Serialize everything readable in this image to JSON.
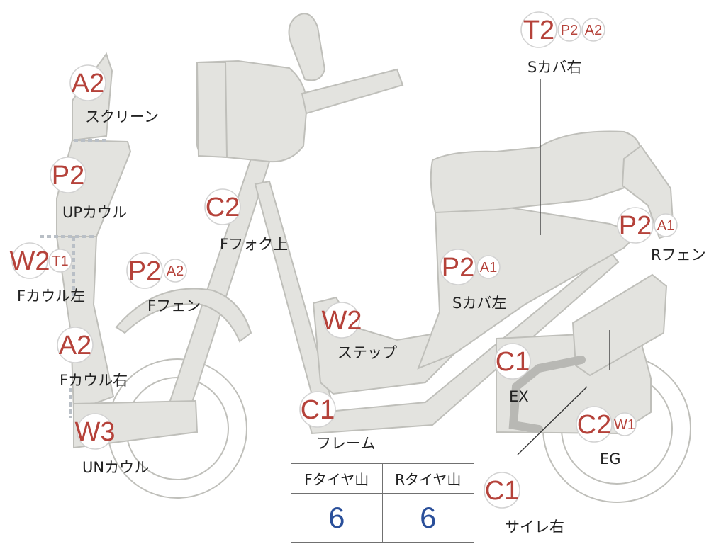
{
  "colors": {
    "body": "#e3e3df",
    "outline": "#bfbfba",
    "grade_text": "#b5423a",
    "tire_value": "#2a4f9a",
    "dashed_boundary": "#b9bfc6"
  },
  "parts": [
    {
      "id": "screen",
      "label": "スクリーン",
      "badges": [
        "A2"
      ]
    },
    {
      "id": "up-cowl",
      "label": "UPカウル",
      "badges": [
        "P2"
      ]
    },
    {
      "id": "f-cowl-left",
      "label": "Fカウル左",
      "badges": [
        "W2",
        "T1"
      ]
    },
    {
      "id": "f-cowl-right",
      "label": "Fカウル右",
      "badges": [
        "A2"
      ]
    },
    {
      "id": "un-cowl",
      "label": "UNカウル",
      "badges": [
        "W3"
      ]
    },
    {
      "id": "f-fender",
      "label": "Fフェン",
      "badges": [
        "P2",
        "A2"
      ]
    },
    {
      "id": "f-fork-upper",
      "label": "Fフォク上",
      "badges": [
        "C2"
      ]
    },
    {
      "id": "step",
      "label": "ステップ",
      "badges": [
        "W2"
      ]
    },
    {
      "id": "frame",
      "label": "フレーム",
      "badges": [
        "C1"
      ]
    },
    {
      "id": "s-cover-left",
      "label": "Sカバ左",
      "badges": [
        "P2",
        "A1"
      ]
    },
    {
      "id": "s-cover-right",
      "label": "Sカバ右",
      "badges": [
        "T2",
        "P2",
        "A2"
      ]
    },
    {
      "id": "r-fender",
      "label": "Rフェン",
      "badges": [
        "P2",
        "A1"
      ]
    },
    {
      "id": "exhaust",
      "label": "EX",
      "badges": [
        "C1"
      ]
    },
    {
      "id": "engine",
      "label": "EG",
      "badges": [
        "C2",
        "W1"
      ]
    },
    {
      "id": "muffler-right",
      "label": "サイレ右",
      "badges": [
        "C1"
      ]
    }
  ],
  "tire_table": {
    "headers": [
      "Fタイヤ山",
      "Rタイヤ山"
    ],
    "values": [
      "6",
      "6"
    ]
  }
}
